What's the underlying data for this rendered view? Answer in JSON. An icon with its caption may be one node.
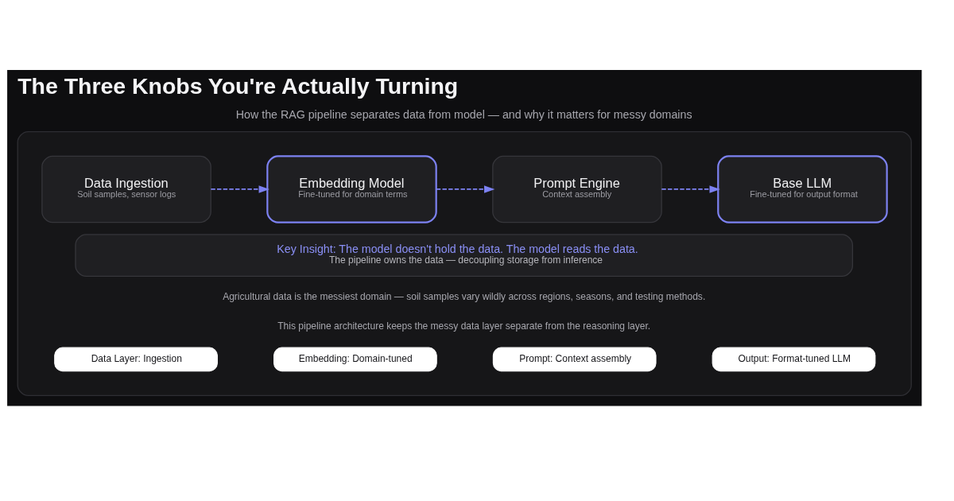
{
  "diagram": {
    "title": "The Three Knobs You're Actually Turning",
    "nodes": [
      {
        "text": [],
        "shape": "box"
      },
      {
        "text": [
          "Data Ingestion",
          "Soil samples, sensor logs"
        ],
        "in": 0
      },
      {
        "text": [
          "Embedding Model",
          "Fine-tuned for domain terms"
        ],
        "in": 0
      },
      {
        "text": [
          "Prompt Engine",
          "Context assembly"
        ],
        "in": 0
      },
      {
        "text": [
          "Base LLM",
          "Fine-tuned for output format"
        ],
        "in": 0
      },
      {
        "text": [
          "Key Insight: The model doesn't hold the data. The model reads the data.",
          "The pipeline owns the data — decoupling storage from inference"
        ],
        "in": 0
      },
      {
        "text": [
          "Data Layer: Ingestion"
        ],
        "in": 0
      },
      {
        "text": [
          "Embedding: Domain-tuned"
        ],
        "in": 0
      },
      {
        "text": [
          "Prompt: Context assembly"
        ],
        "in": 0
      },
      {
        "text": [
          "Output: Format-tuned LLM"
        ],
        "in": 0
      }
    ],
    "edges": [
      {
        "from": 1,
        "to": 2,
        "arrow": "to",
        "style": "dashed"
      },
      {
        "from": 2,
        "to": 3,
        "arrow": "to",
        "style": "dashed"
      },
      {
        "from": 3,
        "to": 4,
        "arrow": "to",
        "style": "dashed"
      }
    ],
    "labels": [
      "How the RAG pipeline separates data from model — and why it matters for messy domains",
      "Agricultural data is the messiest domain — soil samples vary wildly across regions, seasons, and testing methods.",
      "This pipeline architecture keeps the messy data layer separate from the reasoning layer."
    ]
  }
}
